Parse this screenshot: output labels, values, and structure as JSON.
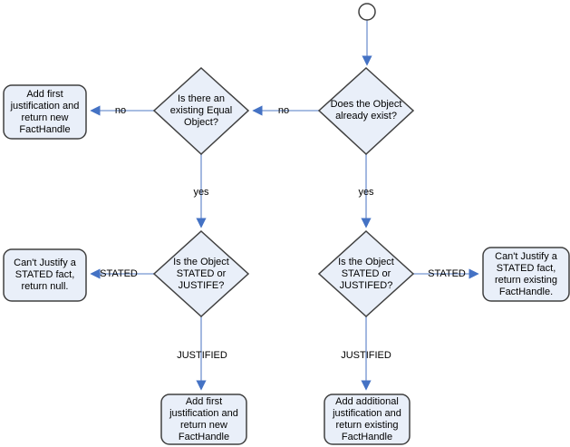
{
  "diagram": {
    "background": "#ffffff",
    "colors": {
      "background": "#ffffff",
      "node_fill": "#e9eff9",
      "node_border": "#404040",
      "edge_line": "#8ca7d9",
      "arrowhead": "#4472c4",
      "text": "#000000"
    },
    "start_node": {
      "shape": "circle"
    },
    "nodes": {
      "does_object_exist": {
        "shape": "diamond",
        "lines": [
          "Does the Object",
          "already exist?"
        ]
      },
      "existing_equal_object": {
        "shape": "diamond",
        "lines": [
          "Is there an",
          "existing Equal",
          "Object?"
        ]
      },
      "stated_or_justife": {
        "shape": "diamond",
        "lines": [
          "Is the Object",
          "STATED or",
          "JUSTIFE?"
        ]
      },
      "stated_or_justifed": {
        "shape": "diamond",
        "lines": [
          "Is the Object",
          "STATED or",
          "JUSTIFED?"
        ]
      },
      "add_first_top": {
        "shape": "rounded-rect",
        "lines": [
          "Add first",
          "justification and",
          "return new",
          "FactHandle"
        ]
      },
      "cant_justify_null": {
        "shape": "rounded-rect",
        "lines": [
          "Can't Justify a",
          "STATED fact,",
          "return null."
        ]
      },
      "cant_justify_existing": {
        "shape": "rounded-rect",
        "lines": [
          "Can't Justify a",
          "STATED fact,",
          "return existing",
          "FactHandle."
        ]
      },
      "add_first_bottom": {
        "shape": "rounded-rect",
        "lines": [
          "Add first",
          "justification and",
          "return new",
          "FactHandle"
        ]
      },
      "add_additional": {
        "shape": "rounded-rect",
        "lines": [
          "Add additional",
          "justification and",
          "return existing",
          "FactHandle"
        ]
      }
    },
    "edge_labels": {
      "no_exist": "no",
      "no_equal": "no",
      "yes_equal": "yes",
      "yes_exist": "yes",
      "stated_left": "STATED",
      "stated_right": "STATED",
      "justified_left": "JUSTIFIED",
      "justified_right": "JUSTIFIED"
    }
  }
}
